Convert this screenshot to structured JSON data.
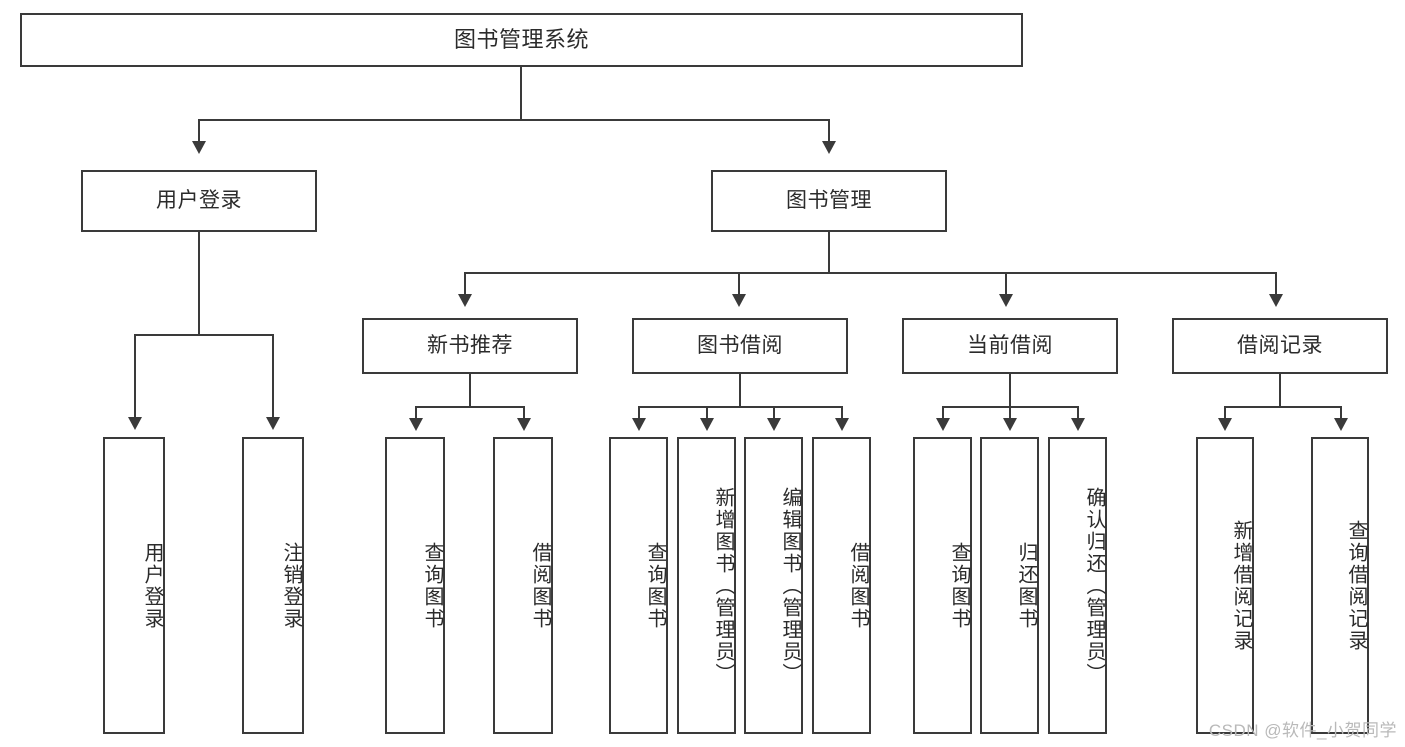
{
  "diagram": {
    "type": "tree",
    "title": "图书管理系统",
    "orientation": "top-down",
    "colors": {
      "box_border": "#3a3a3a",
      "box_fill": "#ffffff",
      "text": "#2b2b2b",
      "connector": "#3a3a3a",
      "watermark": "#b9b9b9",
      "background": "#ffffff"
    }
  },
  "root": {
    "label": "图书管理系统"
  },
  "level1": [
    {
      "label": "用户登录"
    },
    {
      "label": "图书管理"
    }
  ],
  "level2": [
    {
      "label": "新书推荐"
    },
    {
      "label": "图书借阅"
    },
    {
      "label": "当前借阅"
    },
    {
      "label": "借阅记录"
    }
  ],
  "leaves": {
    "user_login": [
      {
        "label": "用户登录"
      },
      {
        "label": "注销登录"
      }
    ],
    "new_book_recommend": [
      {
        "label": "查询图书"
      },
      {
        "label": "借阅图书"
      }
    ],
    "book_borrow": [
      {
        "label": "查询图书"
      },
      {
        "label": "新增图书（管理员）"
      },
      {
        "label": "编辑图书（管理员）"
      },
      {
        "label": "借阅图书"
      }
    ],
    "current_borrow": [
      {
        "label": "查询图书"
      },
      {
        "label": "归还图书"
      },
      {
        "label": "确认归还（管理员）"
      }
    ],
    "borrow_record": [
      {
        "label": "新增借阅记录"
      },
      {
        "label": "查询借阅记录"
      }
    ]
  },
  "watermark": {
    "text": "CSDN @软件_小贺同学"
  }
}
